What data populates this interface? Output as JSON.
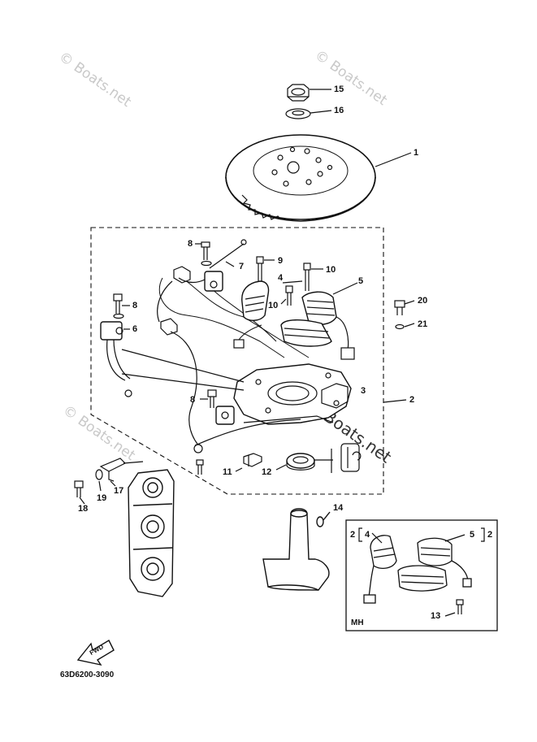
{
  "diagram": {
    "part_number": "63D6200-3090",
    "inset_label": "MH",
    "direction_label": "FWD",
    "watermark": "© Boats.net",
    "watermark_big": "Boats.net",
    "callouts": {
      "c1": "1",
      "c2": "2",
      "c3": "3",
      "c4": "4",
      "c5": "5",
      "c6": "6",
      "c7": "7",
      "c8a": "8",
      "c8b": "8",
      "c8c": "8",
      "c9": "9",
      "c10a": "10",
      "c10b": "10",
      "c11": "11",
      "c12": "12",
      "c13": "13",
      "c14": "14",
      "c15": "15",
      "c16": "16",
      "c17": "17",
      "c18": "18",
      "c19": "19",
      "c20": "20",
      "c21": "21",
      "inset_2a": "2",
      "inset_4": "4",
      "inset_5": "5",
      "inset_2b": "2"
    }
  }
}
